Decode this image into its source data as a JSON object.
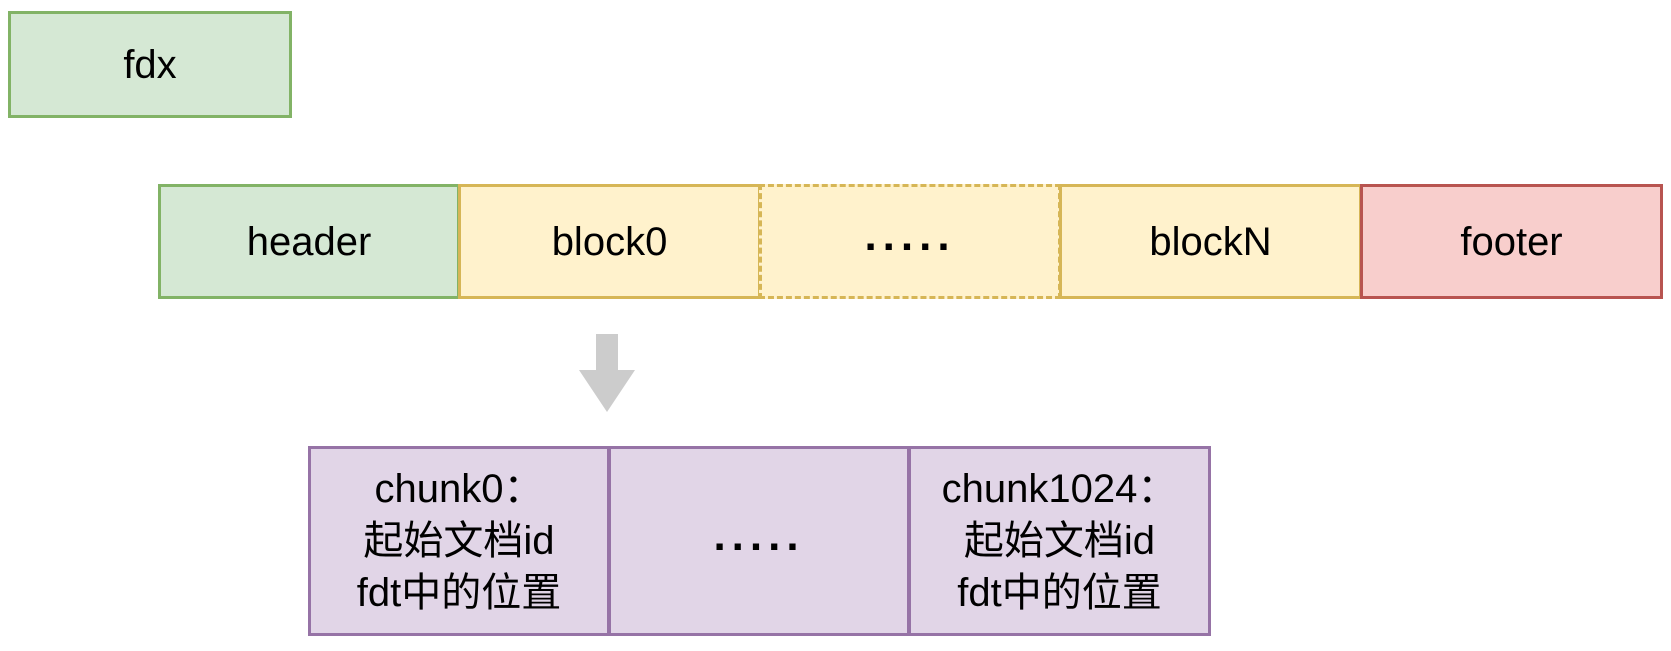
{
  "fdx": {
    "label": "fdx"
  },
  "row": {
    "header": "header",
    "block0": "block0",
    "ellipsis": ".....",
    "blockN": "blockN",
    "footer": "footer"
  },
  "chunks": {
    "first": {
      "title": "chunk0：",
      "line1": "起始文档id",
      "line2": "fdt中的位置"
    },
    "ellipsis": ".....",
    "last": {
      "title": "chunk1024：",
      "line1": "起始文档id",
      "line2": "fdt中的位置"
    }
  },
  "colors": {
    "green_fill": "#d5e8d4",
    "green_stroke": "#82b366",
    "yellow_fill": "#fff2cc",
    "yellow_stroke": "#d6b656",
    "red_fill": "#f8cecc",
    "red_stroke": "#b85450",
    "purple_fill": "#e1d5e7",
    "purple_stroke": "#9673a6",
    "arrow": "#cccccc"
  },
  "icons": {
    "arrow": "down-arrow-icon"
  }
}
